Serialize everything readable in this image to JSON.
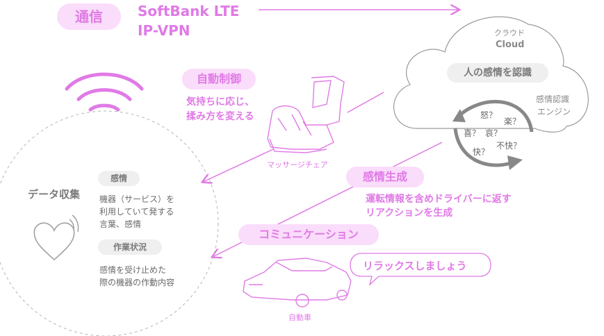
{
  "comm": {
    "badge": "通信",
    "line1": "SoftBank LTE",
    "line2": "IP-VPN"
  },
  "cloud": {
    "title_jp": "クラウド",
    "title_en": "Cloud",
    "recognize": "人の感情を認識",
    "engine_1": "感情認識",
    "engine_2": "エンジン",
    "emotions": [
      "怒？",
      "楽？",
      "喜？",
      "哀？",
      "快？",
      "不快？"
    ]
  },
  "massage": {
    "badge": "自動制御",
    "desc_1": "気持ちに応じ、",
    "desc_2": "揉み方を変える",
    "caption": "マッサージチェア"
  },
  "emotion_gen": {
    "badge": "感情生成",
    "desc_1": "運転情報を含めドライバーに返す",
    "desc_2": "リアクションを生成"
  },
  "communication": {
    "badge": "コミュニケーション",
    "bubble": "リラックスしましょう",
    "car_caption": "自動車"
  },
  "data": {
    "title": "データ収集",
    "tag1": "感情",
    "tag1_desc_1": "機器（サービス）を",
    "tag1_desc_2": "利用していて発する",
    "tag1_desc_3": "言葉、感情",
    "tag2": "作業状況",
    "tag2_desc_1": "感情を受け止めた",
    "tag2_desc_2": "際の機器の作動内容"
  },
  "colors": {
    "accent": "#e07ae6",
    "accent_light": "#fadcfb",
    "gray_text": "#8a8a8a",
    "gray_pill": "#efefef"
  }
}
